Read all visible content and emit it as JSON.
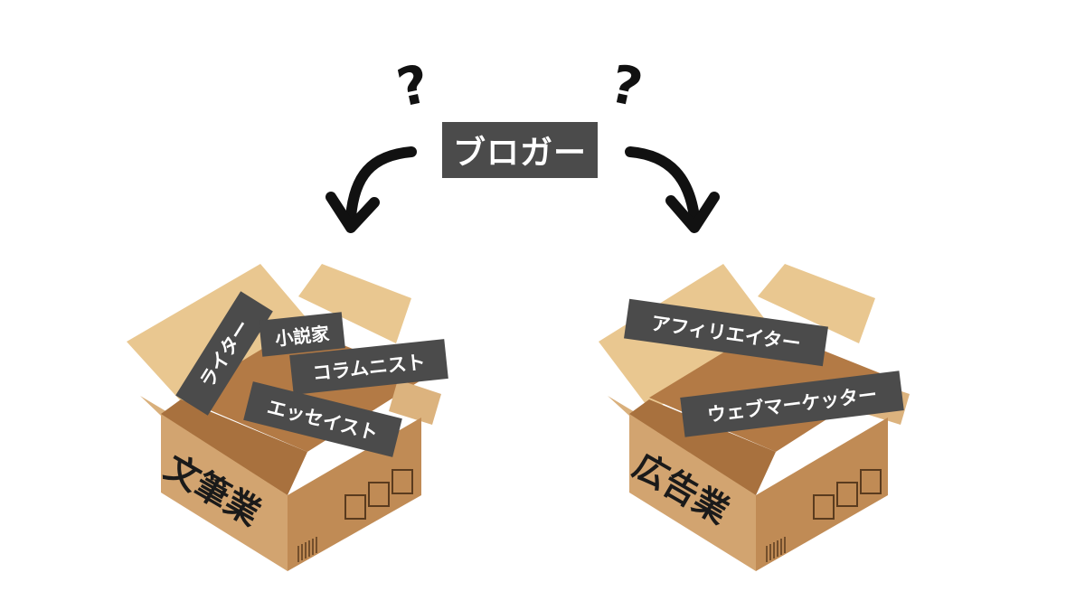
{
  "center": {
    "title": "ブロガー",
    "question_marks": [
      "?",
      "?"
    ]
  },
  "left_box": {
    "title": "文筆業",
    "labels": [
      "ライター",
      "小説家",
      "コラムニスト",
      "エッセイスト"
    ]
  },
  "right_box": {
    "title": "広告業",
    "labels": [
      "アフィリエイター",
      "ウェブマーケッター"
    ]
  },
  "colors": {
    "label_bg": "#4b4b4b",
    "label_text": "#ffffff",
    "cardboard_front": "#d2a470",
    "cardboard_side": "#c08b55",
    "cardboard_flap": "#e9c790",
    "cardboard_inside": "#b37a45"
  }
}
